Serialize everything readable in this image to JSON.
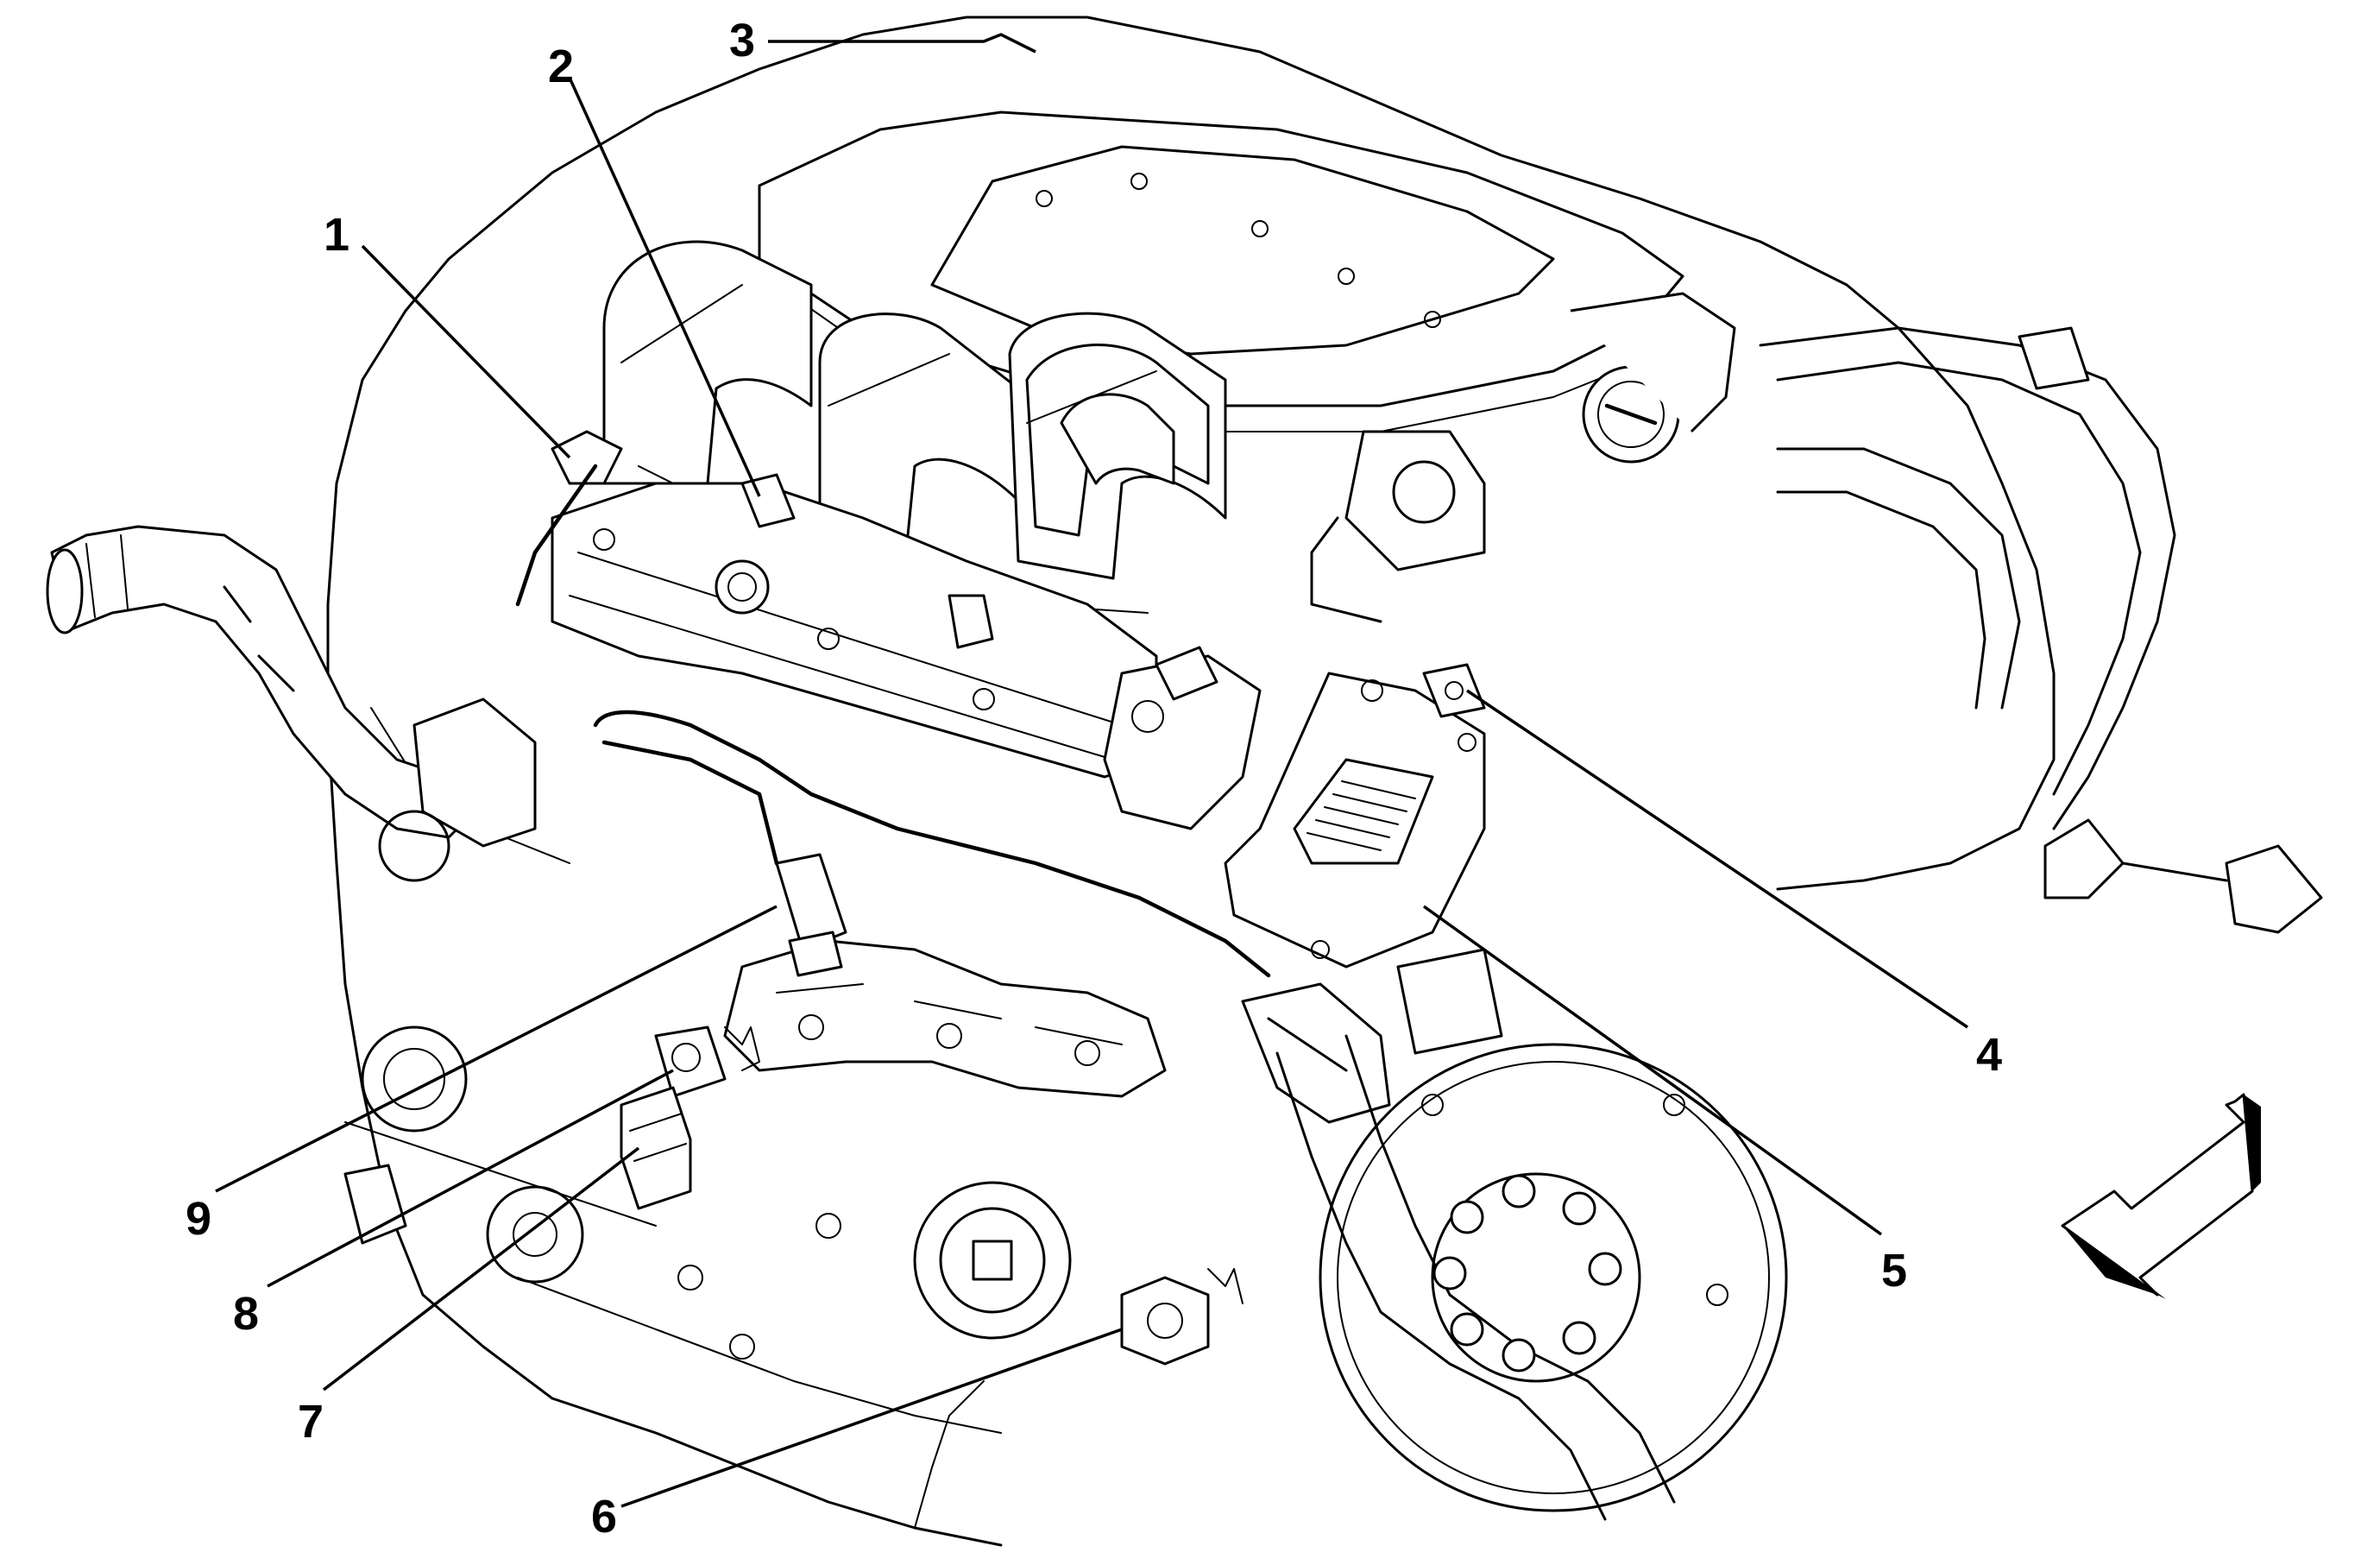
{
  "callouts": [
    {
      "id": "1",
      "label": "1"
    },
    {
      "id": "2",
      "label": "2"
    },
    {
      "id": "3",
      "label": "3"
    },
    {
      "id": "4",
      "label": "4"
    },
    {
      "id": "5",
      "label": "5"
    },
    {
      "id": "6",
      "label": "6"
    },
    {
      "id": "7",
      "label": "7"
    },
    {
      "id": "8",
      "label": "8"
    },
    {
      "id": "9",
      "label": "9"
    }
  ],
  "direction_arrow_icon": "front-direction-arrow-icon",
  "colors": {
    "line": "#000000",
    "background": "#ffffff"
  }
}
